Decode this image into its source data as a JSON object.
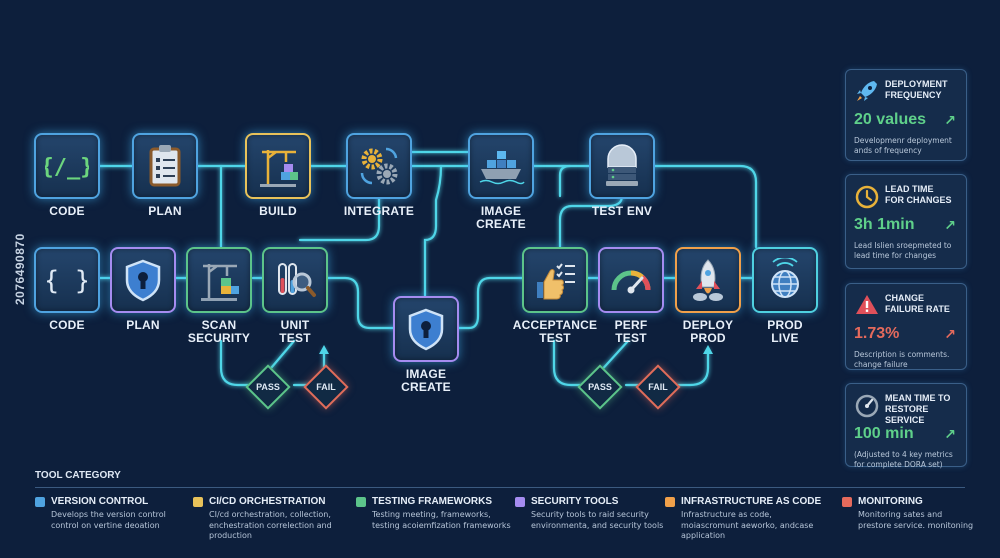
{
  "pipeline": {
    "top_row": [
      {
        "label": "CODE",
        "icon": "code-braces-icon"
      },
      {
        "label": "PLAN",
        "icon": "clipboard-icon"
      },
      {
        "label": "BUILD",
        "icon": "crane-icon"
      },
      {
        "label": "INTEGRATE",
        "icon": "gears-icon"
      },
      {
        "label": "IMAGE\nCREATE",
        "icon": "container-ship-icon"
      },
      {
        "label": "TEST ENV",
        "icon": "server-dome-icon"
      }
    ],
    "bottom_row": [
      {
        "label": "CODE",
        "icon": "braces-icon"
      },
      {
        "label": "PLAN",
        "icon": "shield-lock-icon"
      },
      {
        "label": "SCAN\nSECURITY",
        "icon": "crane-icon"
      },
      {
        "label": "UNIT\nTEST",
        "icon": "test-tubes-magnifier-icon"
      },
      {
        "label": "IMAGE\nCREATE",
        "icon": "shield-lock-icon"
      },
      {
        "label": "ACCEPTANCE\nTEST",
        "icon": "thumbs-up-checklist-icon"
      },
      {
        "label": "PERF\nTEST",
        "icon": "speedometer-icon"
      },
      {
        "label": "DEPLOY\nPROD",
        "icon": "rocket-icon"
      },
      {
        "label": "PROD\nLIVE",
        "icon": "globe-icon"
      }
    ],
    "gates": [
      {
        "label": "PASS"
      },
      {
        "label": "FAIL"
      },
      {
        "label": "PASS"
      },
      {
        "label": "FAIL"
      }
    ]
  },
  "metrics": [
    {
      "title": "DEPLOYMENT\nFREQUENCY",
      "value": "20 values",
      "desc": "Developmenr deployment ands of frequency",
      "icon": "rocket-icon",
      "color": "#5fd08a"
    },
    {
      "title": "LEAD TIME\nFOR CHANGES",
      "value": "3h 1min",
      "desc": "Lead Islien sroepmeted to lead time for changes",
      "icon": "clock-icon",
      "color": "#5fd08a"
    },
    {
      "title": "CHANGE\nFAILURE RATE",
      "value": "1.73%",
      "desc": "Description is comments. change failure",
      "icon": "warning-icon",
      "color": "#e56a5c"
    },
    {
      "title": "MEAN TIME TO\nRESTORE SERVICE",
      "value": "100 min",
      "desc": "(Adjusted to 4 key metrics for complete DORA set)",
      "icon": "gauge-icon",
      "color": "#5fd08a"
    }
  ],
  "legend": {
    "title": "TOOL CATEGORY",
    "items": [
      {
        "name": "VERSION CONTROL",
        "desc": "Develops the version control control on vertine deoation",
        "color": "#4fa3e0"
      },
      {
        "name": "CI/CD ORCHESTRATION",
        "desc": "CI/cd orchestration, collection, enchestration correlection and production",
        "color": "#e8c25a"
      },
      {
        "name": "TESTING FRAMEWORKS",
        "desc": "Testing meeting, frameworks, testing acoiemfization frameworks",
        "color": "#5cc48a"
      },
      {
        "name": "SECURITY TOOLS",
        "desc": "Security tools to raid security environmenta, and security tools",
        "color": "#a58cf0"
      },
      {
        "name": "INFRASTRUCTURE AS CODE",
        "desc": "Infrastructure as code, moiascromunt aeworko, andcase application",
        "color": "#f0a04a"
      },
      {
        "name": "MONITORING",
        "desc": "Monitoring sates and prestore service. monitoning",
        "color": "#e56a5c"
      }
    ]
  },
  "watermark": "2076490870"
}
